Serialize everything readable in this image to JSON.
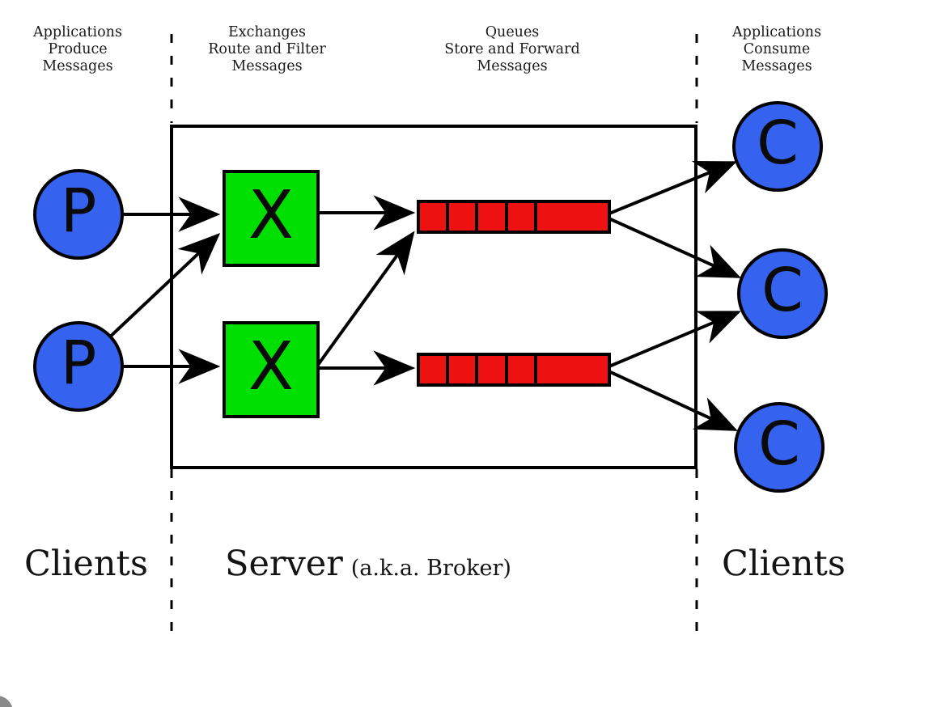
{
  "column_headers": [
    {
      "line1": "Applications",
      "line2": "Produce",
      "line3": "Messages"
    },
    {
      "line1": "Exchanges",
      "line2": "Route and Filter",
      "line3": "Messages"
    },
    {
      "line1": "Queues",
      "line2": "Store and Forward",
      "line3": "Messages"
    },
    {
      "line1": "Applications",
      "line2": "Consume",
      "line3": "Messages"
    }
  ],
  "nodes": {
    "producer1": "P",
    "producer2": "P",
    "exchange1": "X",
    "exchange2": "X",
    "consumer1": "C",
    "consumer2": "C",
    "consumer3": "C"
  },
  "queues": {
    "count": 2,
    "segments_per_queue": 5
  },
  "footer": {
    "left": "Clients",
    "server": "Server",
    "server_note": "(a.k.a. Broker)",
    "right": "Clients"
  },
  "colors": {
    "producer_consumer_fill": "#3563f0",
    "exchange_fill": "#00e000",
    "queue_fill": "#ee1111",
    "outline": "#000000"
  }
}
